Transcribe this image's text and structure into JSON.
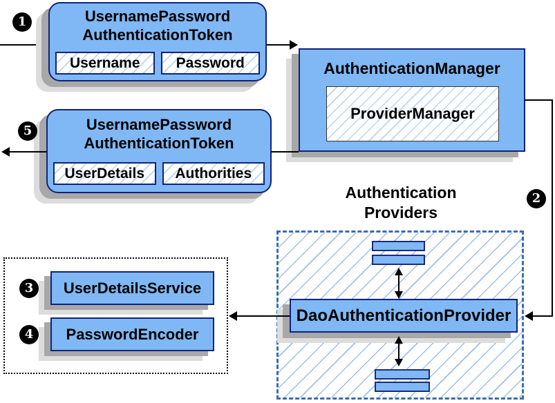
{
  "badges": {
    "step1": "1",
    "step2": "2",
    "step3": "3",
    "step4": "4",
    "step5": "5"
  },
  "request_token": {
    "title_line1": "UsernamePassword",
    "title_line2": "AuthenticationToken",
    "field1": "Username",
    "field2": "Password"
  },
  "auth_manager": {
    "title": "AuthenticationManager",
    "provider": "ProviderManager"
  },
  "response_token": {
    "title_line1": "UsernamePassword",
    "title_line2": "AuthenticationToken",
    "field1": "UserDetails",
    "field2": "Authorities"
  },
  "providers": {
    "heading_line1": "Authentication",
    "heading_line2": "Providers",
    "dao": "DaoAuthenticationProvider"
  },
  "services": {
    "user_details_service": "UserDetailsService",
    "password_encoder": "PasswordEncoder"
  },
  "colors": {
    "box_fill": "#7fb8f4",
    "box_border": "#10227a",
    "hatch_line": "#9cc0ec",
    "dashed_border": "#3a6cb2",
    "shadow_dark": "#a8a8a8",
    "shadow_light": "#dcdcdc",
    "line": "#000000",
    "badge_bg": "#000000",
    "badge_text": "#ffffff"
  }
}
